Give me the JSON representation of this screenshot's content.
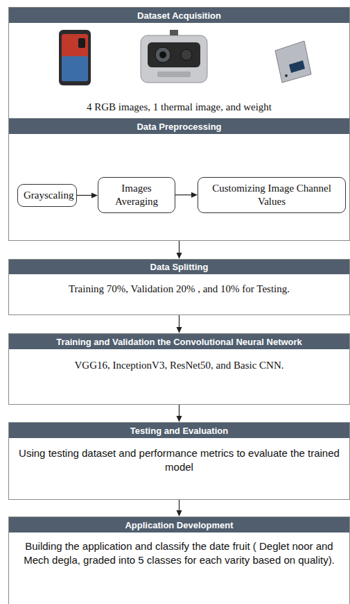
{
  "diagram": {
    "nodes": [
      {
        "text": [
          "Dataset Acquisition",
          "4 RGB images, 1 thermal image, and weight"
        ]
      },
      {
        "text": [
          "Data Preprocessing"
        ]
      },
      {
        "text": [
          "Grayscaling"
        ],
        "in": 1
      },
      {
        "text": [
          "Images Averaging"
        ],
        "in": 1
      },
      {
        "text": [
          "Customizing Image Channel Values"
        ],
        "in": 1
      },
      {
        "text": [
          "Data Splitting",
          "Training 70%, Validation 20% , and 10% for Testing."
        ]
      },
      {
        "text": [
          "Training and Validation the Convolutional Neural Network",
          "VGG16, InceptionV3, ResNet50, and Basic CNN."
        ]
      },
      {
        "text": [
          "Testing and Evaluation",
          "Using testing dataset and performance metrics to evaluate the trained model"
        ]
      },
      {
        "text": [
          "Application Development",
          "Building the application and classify the date fruit ( Deglet noor and Mech degla, graded into 5 classes for each varity based on quality)."
        ]
      }
    ],
    "edges": [
      {
        "from": 0,
        "to": 1,
        "arrow": "to"
      },
      {
        "from": 2,
        "to": 3,
        "arrow": "to"
      },
      {
        "from": 3,
        "to": 4,
        "arrow": "to"
      },
      {
        "from": 1,
        "to": 5,
        "arrow": "to"
      },
      {
        "from": 5,
        "to": 6,
        "arrow": "to"
      },
      {
        "from": 6,
        "to": 7,
        "arrow": "to"
      },
      {
        "from": 7,
        "to": 8,
        "arrow": "to"
      }
    ]
  }
}
